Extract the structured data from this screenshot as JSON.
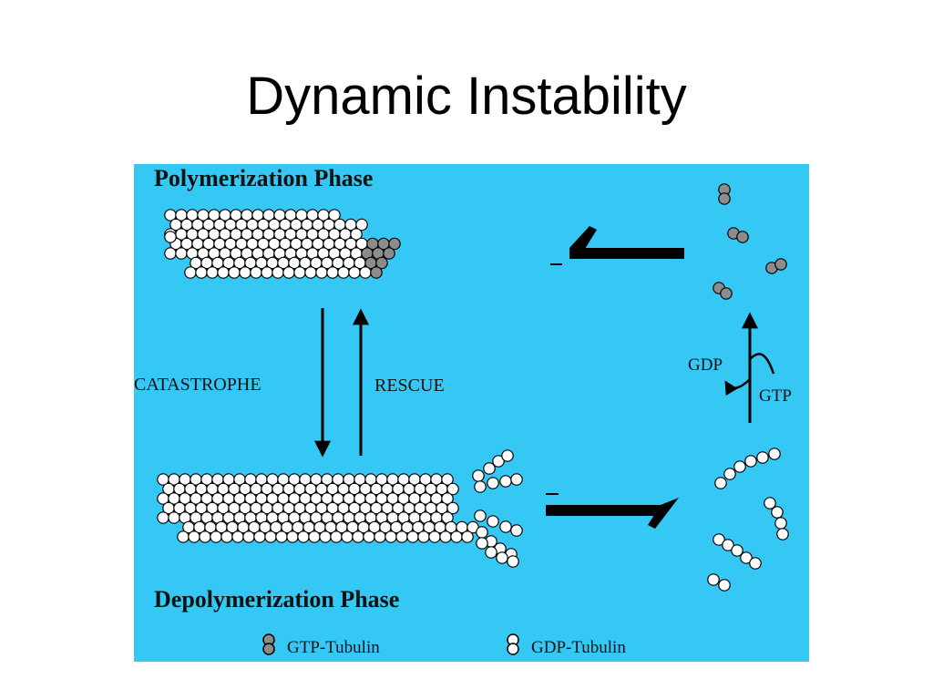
{
  "slide": {
    "title": "Dynamic Instability"
  },
  "diagram": {
    "background_color": "#35c8f5",
    "gtp_tubulin_color": "#8c8c8c",
    "gdp_tubulin_color": "#ffffff",
    "labels": {
      "polymerization_phase": "Polymerization Phase",
      "depolymerization_phase": "Depolymerization Phase",
      "catastrophe": "CATASTROPHE",
      "rescue": "RESCUE",
      "gdp": "GDP",
      "gtp": "GTP"
    },
    "legend": {
      "gtp_tubulin": "GTP-Tubulin",
      "gdp_tubulin": "GDP-Tubulin"
    }
  }
}
